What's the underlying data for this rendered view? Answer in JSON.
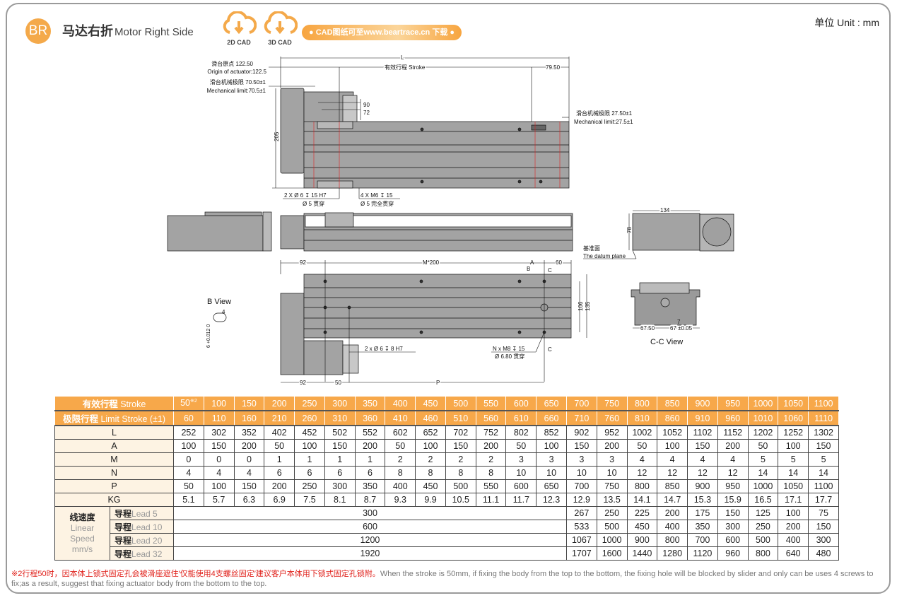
{
  "header": {
    "badge": "BR",
    "title_cn": "马达右折",
    "title_en": "Motor Right Side",
    "cad2d": "2D CAD",
    "cad3d": "3D CAD",
    "cad_link": "● CAD图纸可至www.beartrace.cn 下载 ●",
    "unit": "单位  Unit : mm",
    "accent": "#f7a84a"
  },
  "drawing": {
    "origin_cn": "滑台原点 122.50",
    "origin_en": "Origin of actuator:122.5",
    "mech_left_cn": "滑台机械极限 70.50±1",
    "mech_left_en": "Mechanical limit:70.5±1",
    "mech_right_cn": "滑台机械极限 27.50±1",
    "mech_right_en": "Mechanical limit:27.5±1",
    "L": "L",
    "stroke": "有效行程 Stroke",
    "d7950": "79.50",
    "d90": "90",
    "d72": "72",
    "d205": "205",
    "hole1a": "2 X Ø 6 ↧ 15 H7",
    "hole1b": "Ø 5 贯穿",
    "hole2a": "4 X M6 ↧ 15",
    "hole2b": "Ø 5 完全贯穿",
    "d134": "134",
    "d78": "78",
    "datum_cn": "基准面",
    "datum_en": "The datum plane",
    "d92": "92",
    "m200": "M*200",
    "A": "A",
    "d60": "60",
    "B": "B",
    "C": "C",
    "d106": "106",
    "d135": "135",
    "bview": "B View",
    "b4": "4",
    "btol": "6 +0.012 0",
    "hole3": "2 x Ø 6 ↧ 8 H7",
    "hole4a": "N x M8 ↧ 15",
    "hole4b": "Ø 6.80 贯穿",
    "d50": "50",
    "P": "P",
    "d6750": "67.50",
    "d67": "67 ±0.05",
    "d7": "7",
    "ccview": "C-C View"
  },
  "table": {
    "stroke_label_cn": "有效行程",
    "stroke_label_en": "Stroke",
    "limit_label_cn": "极限行程",
    "limit_label_en": "Limit Stroke (±1)",
    "stroke_note": "※2",
    "stroke": [
      "50",
      "100",
      "150",
      "200",
      "250",
      "300",
      "350",
      "400",
      "450",
      "500",
      "550",
      "600",
      "650",
      "700",
      "750",
      "800",
      "850",
      "900",
      "950",
      "1000",
      "1050",
      "1100"
    ],
    "limit": [
      "60",
      "110",
      "160",
      "210",
      "260",
      "310",
      "360",
      "410",
      "460",
      "510",
      "560",
      "610",
      "660",
      "710",
      "760",
      "810",
      "860",
      "910",
      "960",
      "1010",
      "1060",
      "1110"
    ],
    "rows": [
      {
        "label": "L",
        "values": [
          "252",
          "302",
          "352",
          "402",
          "452",
          "502",
          "552",
          "602",
          "652",
          "702",
          "752",
          "802",
          "852",
          "902",
          "952",
          "1002",
          "1052",
          "1102",
          "1152",
          "1202",
          "1252",
          "1302"
        ]
      },
      {
        "label": "A",
        "values": [
          "100",
          "150",
          "200",
          "50",
          "100",
          "150",
          "200",
          "50",
          "100",
          "150",
          "200",
          "50",
          "100",
          "150",
          "200",
          "50",
          "100",
          "150",
          "200",
          "50",
          "100",
          "150"
        ]
      },
      {
        "label": "M",
        "values": [
          "0",
          "0",
          "0",
          "1",
          "1",
          "1",
          "1",
          "2",
          "2",
          "2",
          "2",
          "3",
          "3",
          "3",
          "3",
          "4",
          "4",
          "4",
          "4",
          "5",
          "5",
          "5"
        ]
      },
      {
        "label": "N",
        "values": [
          "4",
          "4",
          "4",
          "6",
          "6",
          "6",
          "6",
          "8",
          "8",
          "8",
          "8",
          "10",
          "10",
          "10",
          "10",
          "12",
          "12",
          "12",
          "12",
          "14",
          "14",
          "14"
        ]
      },
      {
        "label": "P",
        "values": [
          "50",
          "100",
          "150",
          "200",
          "250",
          "300",
          "350",
          "400",
          "450",
          "500",
          "550",
          "600",
          "650",
          "700",
          "750",
          "800",
          "850",
          "900",
          "950",
          "1000",
          "1050",
          "1100"
        ]
      },
      {
        "label": "KG",
        "values": [
          "5.1",
          "5.7",
          "6.3",
          "6.9",
          "7.5",
          "8.1",
          "8.7",
          "9.3",
          "9.9",
          "10.5",
          "11.1",
          "11.7",
          "12.3",
          "12.9",
          "13.5",
          "14.1",
          "14.7",
          "15.3",
          "15.9",
          "16.5",
          "17.1",
          "17.7"
        ]
      }
    ],
    "speed_label_cn": "线速度",
    "speed_label_en": "Linear Speed mm/s",
    "speed": [
      {
        "lead_cn": "导程",
        "lead_en": "Lead 5",
        "shared": "300",
        "values": [
          "267",
          "250",
          "225",
          "200",
          "175",
          "150",
          "125",
          "100",
          "75"
        ]
      },
      {
        "lead_cn": "导程",
        "lead_en": "Lead 10",
        "shared": "600",
        "values": [
          "533",
          "500",
          "450",
          "400",
          "350",
          "300",
          "250",
          "200",
          "150"
        ]
      },
      {
        "lead_cn": "导程",
        "lead_en": "Lead 20",
        "shared": "1200",
        "values": [
          "1067",
          "1000",
          "900",
          "800",
          "700",
          "600",
          "500",
          "400",
          "300"
        ]
      },
      {
        "lead_cn": "导程",
        "lead_en": "Lead 32",
        "shared": "1920",
        "values": [
          "1707",
          "1600",
          "1440",
          "1280",
          "1120",
          "960",
          "800",
          "640",
          "480"
        ]
      }
    ]
  },
  "footnote": {
    "cn": "※2行程50时，因本体上锁式固定孔会被滑座遮住′仅能使用4支螺丝固定′建议客户本体用下锁式固定孔锁附。",
    "en": "When the stroke is 50mm, if fixing the body from the top to the bottom, the fixing hole will be blocked by slider and only can be uses 4 screws to fix;as a result, suggest that fixing actuator body from the bottom to the top."
  }
}
